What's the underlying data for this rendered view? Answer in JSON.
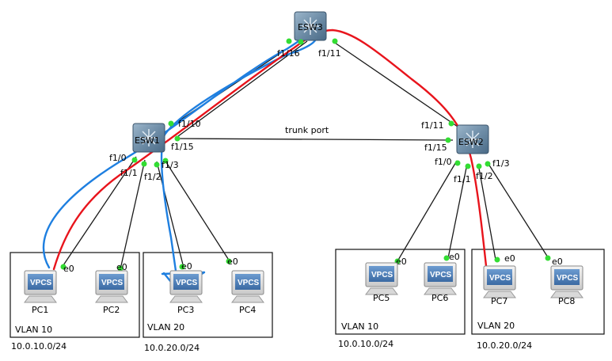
{
  "switches": {
    "esw3": {
      "name": "ESW3"
    },
    "esw1": {
      "name": "ESW1"
    },
    "esw2": {
      "name": "ESW2"
    }
  },
  "ports": {
    "esw3_f116": "f1/16",
    "esw3_f111": "f1/11",
    "esw1_f110": "f1/10",
    "esw1_f115": "f1/15",
    "esw1_f10": "f1/0",
    "esw1_f11": "f1/1",
    "esw1_f12": "f1/2",
    "esw1_f13": "f1/3",
    "esw2_f111": "f1/11",
    "esw2_f115": "f1/15",
    "esw2_f10": "f1/0",
    "esw2_f11": "f1/1",
    "esw2_f12": "f1/2",
    "esw2_f13": "f1/3",
    "pc_e0": "e0"
  },
  "trunk_label": "trunk port",
  "pc_badge": "VPCS",
  "pcs": {
    "pc1": "PC1",
    "pc2": "PC2",
    "pc3": "PC3",
    "pc4": "PC4",
    "pc5": "PC5",
    "pc6": "PC6",
    "pc7": "PC7",
    "pc8": "PC8"
  },
  "groups": {
    "g1": {
      "vlan": "VLAN 10",
      "subnet": "10.0.10.0/24"
    },
    "g2": {
      "vlan": "VLAN 20",
      "subnet": "10.0.20.0/24"
    },
    "g3": {
      "vlan": "VLAN 10",
      "subnet": "10.0.10.0/24"
    },
    "g4": {
      "vlan": "VLAN 20",
      "subnet": "10.0.20.0/24"
    }
  },
  "colors": {
    "link": "#1a1a1a",
    "port_dot": "#33dd33",
    "annot_red": "#e8141c",
    "annot_blue": "#1e7fe0",
    "switch_body": "#6f8ea8",
    "pc_screen": "#4d7fb5"
  }
}
